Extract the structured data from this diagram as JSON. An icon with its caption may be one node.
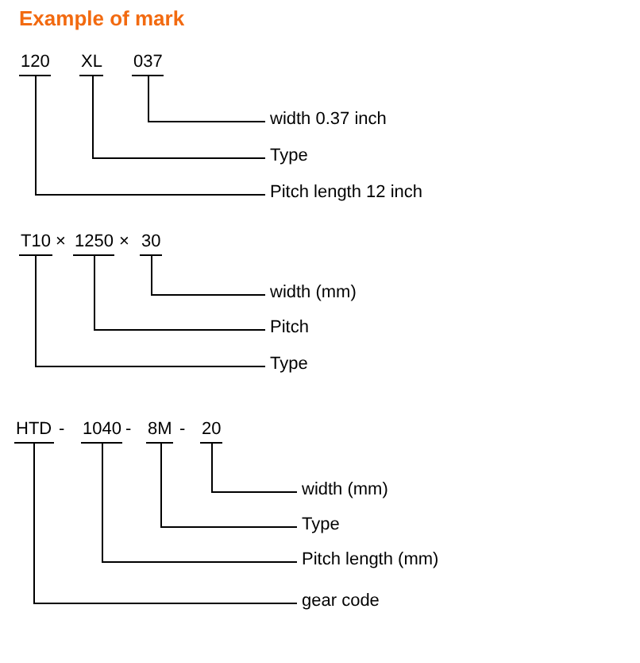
{
  "diagram": {
    "title": "Example of mark",
    "nodes": [
      {
        "text": [
          "120"
        ]
      },
      {
        "text": [
          "XL"
        ]
      },
      {
        "text": [
          "037"
        ]
      },
      {
        "text": [
          "width 0.37 inch"
        ]
      },
      {
        "text": [
          "Type"
        ]
      },
      {
        "text": [
          "Pitch length 12 inch"
        ]
      },
      {
        "text": [
          "T10"
        ]
      },
      {
        "text": [
          "1250"
        ]
      },
      {
        "text": [
          "30"
        ]
      },
      {
        "text": [
          "width (mm)"
        ]
      },
      {
        "text": [
          "Pitch"
        ]
      },
      {
        "text": [
          "Type"
        ]
      },
      {
        "text": [
          "HTD"
        ]
      },
      {
        "text": [
          "1040"
        ]
      },
      {
        "text": [
          "8M"
        ]
      },
      {
        "text": [
          "20"
        ]
      },
      {
        "text": [
          "width (mm)"
        ]
      },
      {
        "text": [
          "Type"
        ]
      },
      {
        "text": [
          "Pitch length (mm)"
        ]
      },
      {
        "text": [
          "gear code"
        ]
      }
    ],
    "edges": [
      {
        "from": 2,
        "to": 3,
        "arrow": "none"
      },
      {
        "from": 1,
        "to": 4,
        "arrow": "none"
      },
      {
        "from": 0,
        "to": 5,
        "arrow": "none"
      },
      {
        "from": 8,
        "to": 9,
        "arrow": "none"
      },
      {
        "from": 7,
        "to": 10,
        "arrow": "none"
      },
      {
        "from": 6,
        "to": 11,
        "arrow": "none"
      },
      {
        "from": 15,
        "to": 16,
        "arrow": "none"
      },
      {
        "from": 14,
        "to": 17,
        "arrow": "none"
      },
      {
        "from": 13,
        "to": 18,
        "arrow": "none"
      },
      {
        "from": 12,
        "to": 19,
        "arrow": "none"
      }
    ],
    "labels": [
      "×",
      "×",
      "-",
      "-",
      "-"
    ]
  }
}
